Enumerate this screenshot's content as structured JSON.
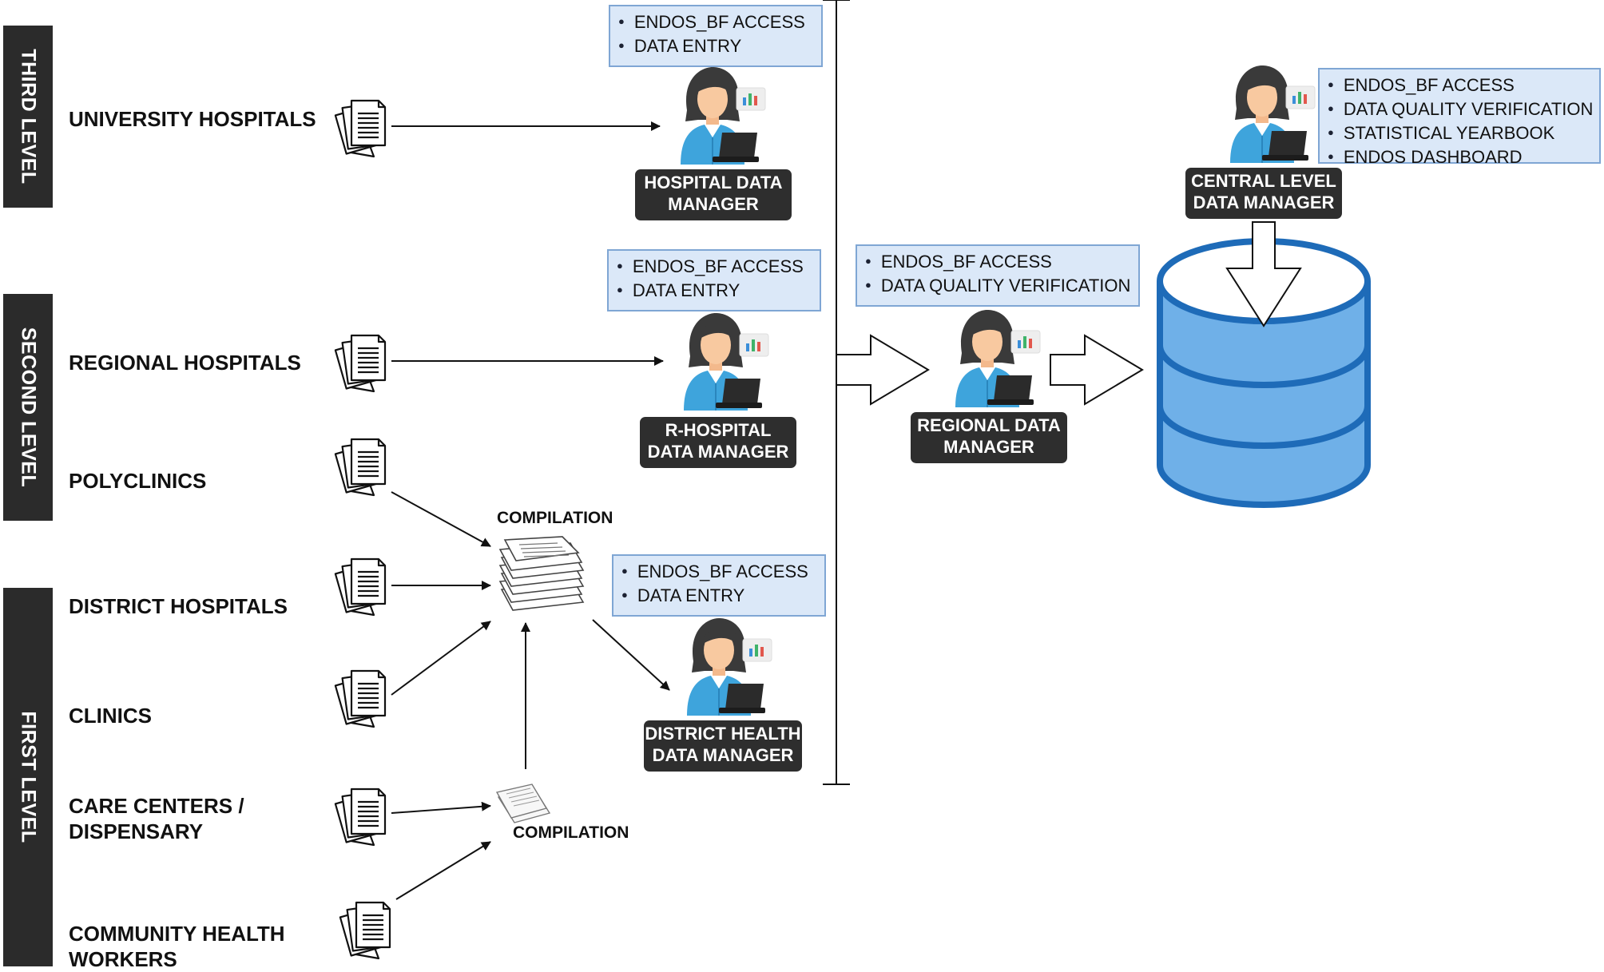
{
  "levels": {
    "third": "THIRD LEVEL",
    "second": "SECOND LEVEL",
    "first": "FIRST LEVEL"
  },
  "facilities": {
    "university_hospitals": "UNIVERSITY HOSPITALS",
    "regional_hospitals": "REGIONAL HOSPITALS",
    "polyclinics": "POLYCLINICS",
    "district_hospitals": "DISTRICT HOSPITALS",
    "clinics": "CLINICS",
    "care_centers_line1": "CARE CENTERS /",
    "care_centers_line2": "DISPENSARY",
    "chw_line1": "COMMUNITY HEALTH",
    "chw_line2": "WORKERS"
  },
  "compilation": {
    "upper": "COMPILATION",
    "lower": "COMPILATION"
  },
  "roles": {
    "hospital": {
      "line1": "HOSPITAL DATA",
      "line2": "MANAGER",
      "tasks": [
        "ENDOS_BF ACCESS",
        "DATA ENTRY"
      ]
    },
    "r_hospital": {
      "line1": "R-HOSPITAL",
      "line2": "DATA MANAGER",
      "tasks": [
        "ENDOS_BF ACCESS",
        "DATA ENTRY"
      ]
    },
    "district": {
      "line1": "DISTRICT HEALTH",
      "line2": "DATA MANAGER",
      "tasks": [
        "ENDOS_BF ACCESS",
        "DATA ENTRY"
      ]
    },
    "regional": {
      "line1": "REGIONAL DATA",
      "line2": "MANAGER",
      "tasks": [
        "ENDOS_BF ACCESS",
        "DATA QUALITY VERIFICATION"
      ]
    },
    "central": {
      "line1": "CENTRAL LEVEL",
      "line2": "DATA MANAGER",
      "tasks": [
        "ENDOS_BF ACCESS",
        "DATA QUALITY VERIFICATION",
        "STATISTICAL YEARBOOK",
        "ENDOS DASHBOARD"
      ]
    }
  },
  "colors": {
    "band": "#2b2b2b",
    "info_box_fill": "#dbe8f8",
    "info_box_border": "#7fa6d4",
    "database_fill": "#6fb0e8",
    "database_stroke": "#1e6bb8",
    "shirt": "#3ea4dc",
    "hair": "#3a3a3a"
  }
}
